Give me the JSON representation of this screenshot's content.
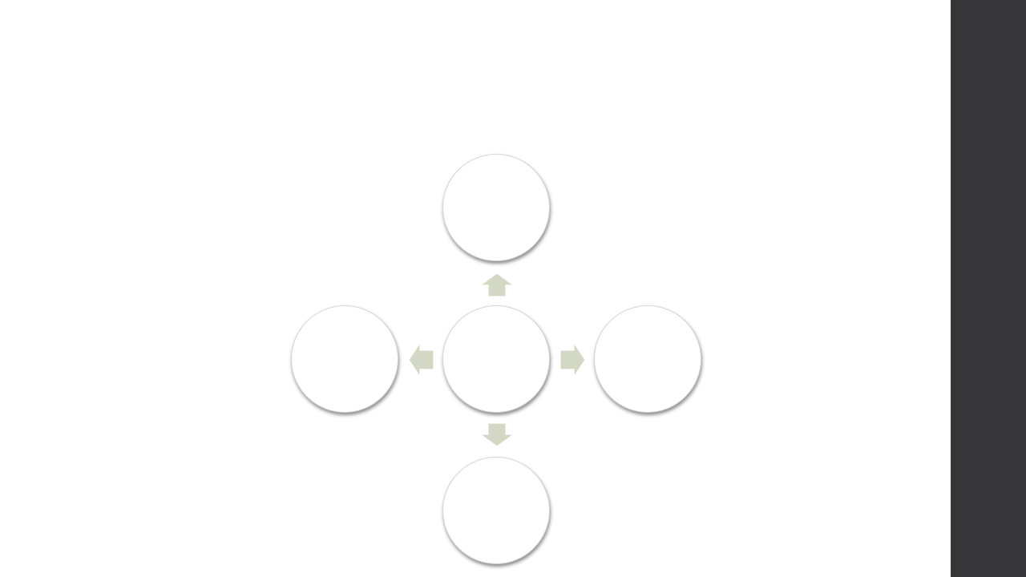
{
  "colors": {
    "background": "#ffffff",
    "side_panel": "#363638",
    "node_fill": "#ffffff",
    "node_border": "#d6d6d6",
    "arrow_fill": "#d2d8c4"
  },
  "diagram": {
    "type": "radial-cycle",
    "nodes": [
      {
        "id": "center",
        "label": ""
      },
      {
        "id": "top",
        "label": ""
      },
      {
        "id": "left",
        "label": ""
      },
      {
        "id": "right",
        "label": ""
      },
      {
        "id": "bottom",
        "label": ""
      }
    ],
    "arrows": [
      {
        "from": "center",
        "to": "top",
        "direction": "up"
      },
      {
        "from": "center",
        "to": "left",
        "direction": "left"
      },
      {
        "from": "center",
        "to": "right",
        "direction": "right"
      },
      {
        "from": "center",
        "to": "bottom",
        "direction": "down"
      }
    ]
  }
}
